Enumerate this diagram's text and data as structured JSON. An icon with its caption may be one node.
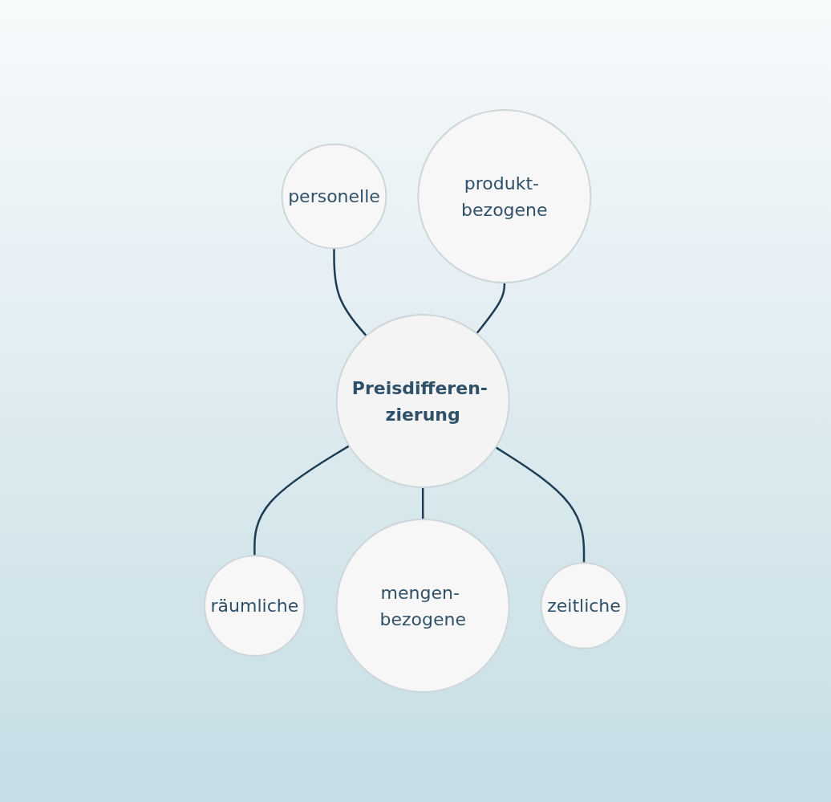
{
  "diagram": {
    "nodes": [
      {
        "text": [
          "Preisdifferen- zierung"
        ]
      },
      {
        "text": [
          "personelle"
        ]
      },
      {
        "text": [
          "räumliche"
        ]
      },
      {
        "text": [
          "mengen- bezogene"
        ]
      },
      {
        "text": [
          "zeitliche"
        ]
      },
      {
        "text": [
          "produkt- bezogene"
        ]
      }
    ],
    "edges": [
      {
        "from": 1,
        "to": 0,
        "arrow": "none"
      },
      {
        "from": 0,
        "to": 2,
        "arrow": "none"
      },
      {
        "from": 0,
        "to": 3,
        "arrow": "none"
      },
      {
        "from": 0,
        "to": 4,
        "arrow": "none"
      },
      {
        "from": 5,
        "to": 0,
        "arrow": "none"
      }
    ]
  }
}
